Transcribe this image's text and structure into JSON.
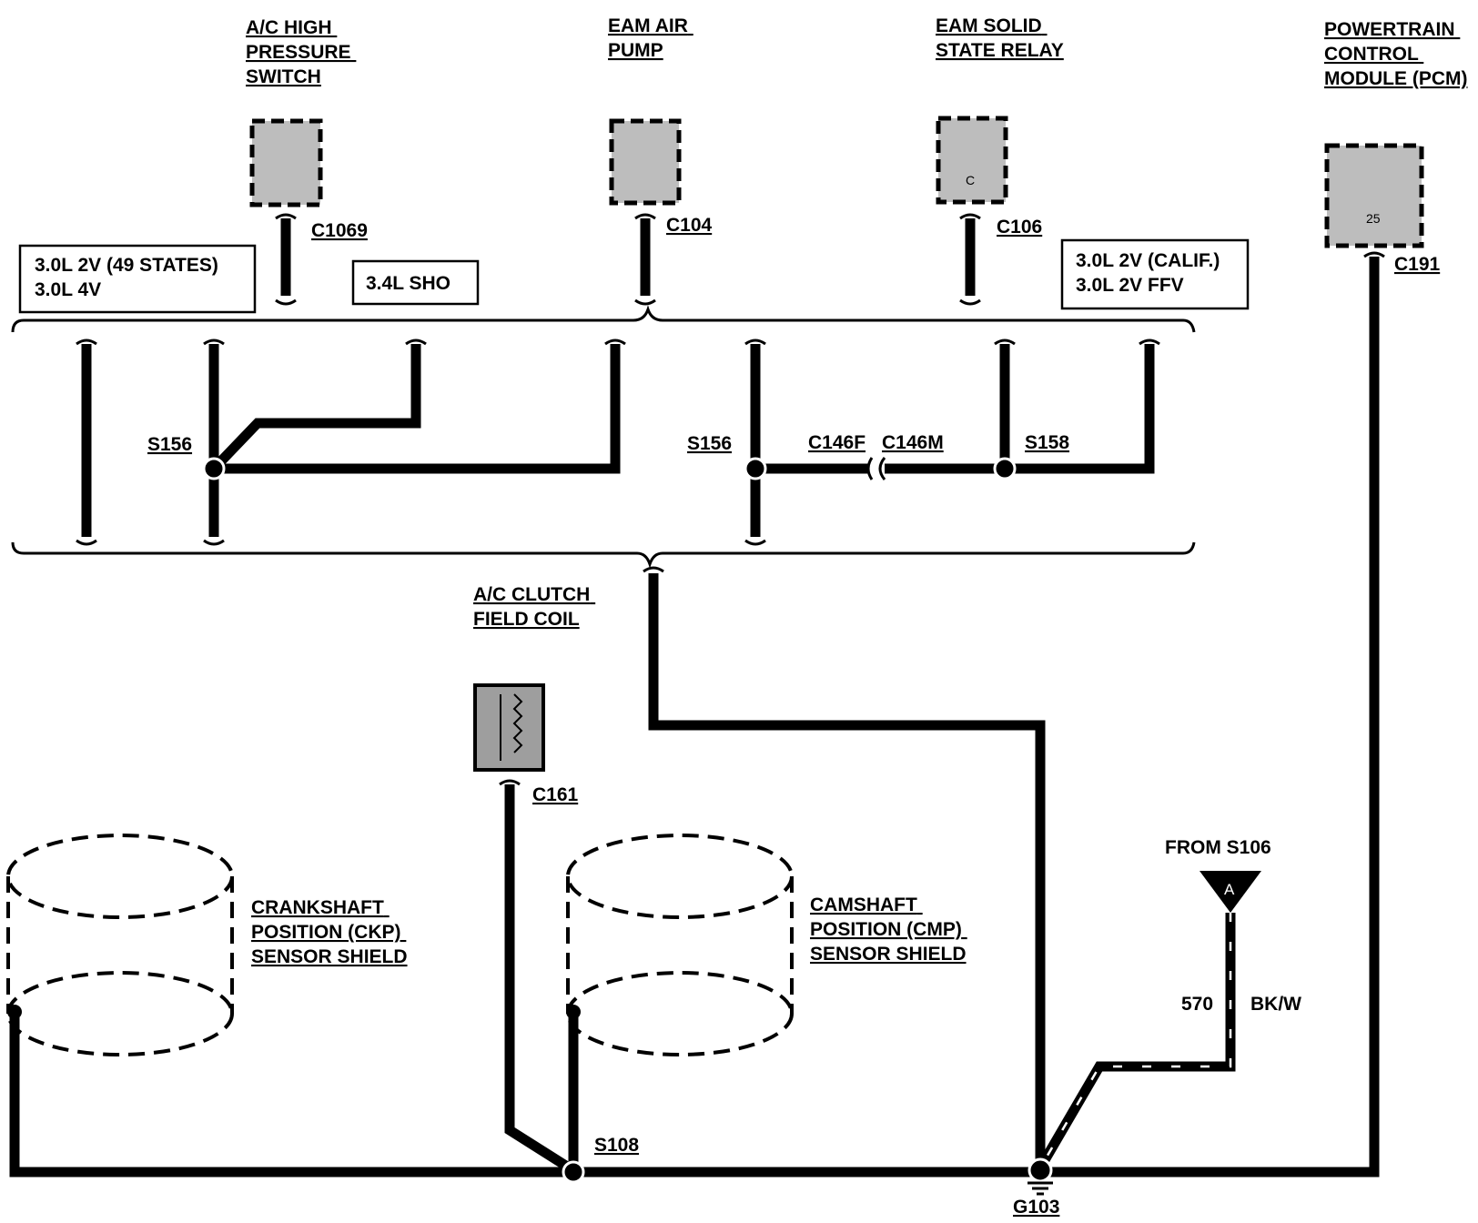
{
  "components": {
    "ac_high_pressure_switch": [
      "A/C HIGH",
      "PRESSURE",
      "SWITCH"
    ],
    "eam_air_pump": [
      "EAM AIR",
      "PUMP"
    ],
    "eam_solid_state_relay": [
      "EAM SOLID",
      "STATE RELAY"
    ],
    "pcm": [
      "POWERTRAIN",
      "CONTROL",
      "MODULE (PCM)"
    ],
    "ac_clutch_field_coil": [
      "A/C CLUTCH",
      "FIELD COIL"
    ],
    "ckp_shield": [
      "CRANKSHAFT",
      "POSITION (CKP)",
      "SENSOR SHIELD"
    ],
    "cmp_shield": [
      "CAMSHAFT",
      "POSITION (CMP)",
      "SENSOR SHIELD"
    ]
  },
  "pins": {
    "relay": "C",
    "pcm": "25",
    "from_s106": "A"
  },
  "connectors": {
    "c1069": "C1069",
    "c104": "C104",
    "c106": "C106",
    "c191": "C191",
    "c161": "C161",
    "c146f": "C146F",
    "c146m": "C146M"
  },
  "variants": {
    "left": [
      "3.0L 2V (49 STATES)",
      "3.0L 4V"
    ],
    "middle": "3.4L SHO",
    "right": [
      "3.0L 2V (CALIF.)",
      "3.0L 2V FFV"
    ]
  },
  "splices": {
    "s156_left": "S156",
    "s156_right": "S156",
    "s158": "S158",
    "s108": "S108"
  },
  "ground": "G103",
  "from_label": "FROM S106",
  "wire": {
    "circuit": "570",
    "color": "BK/W"
  }
}
